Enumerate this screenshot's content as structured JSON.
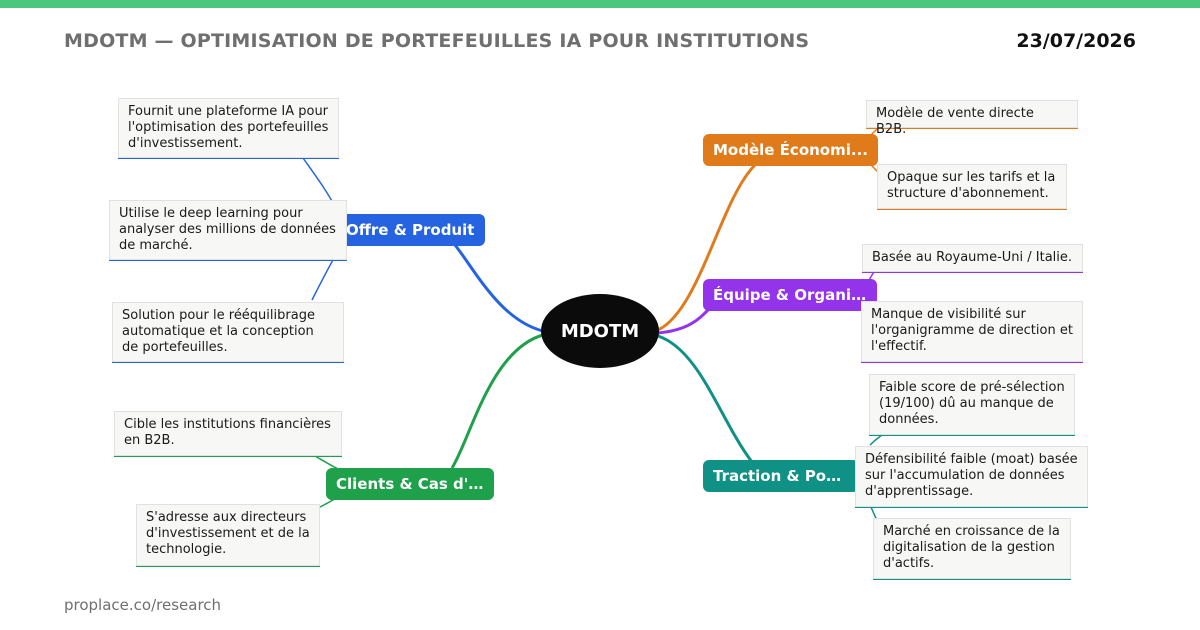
{
  "header": {
    "title": "MDOTM — OPTIMISATION DE PORTEFEUILLES IA POUR INSTITUTIONS",
    "date": "23/07/2026"
  },
  "footer": {
    "source": "proplace.co/research"
  },
  "colors": {
    "accent_bar": "#4ac77f",
    "offre": "#2563e0",
    "clients": "#1fa04a",
    "modele": "#e07b1b",
    "equipe": "#9333ea",
    "traction": "#0f9185"
  },
  "mindmap": {
    "center": "MDOTM",
    "offre": {
      "label": "Offre & Produit",
      "leaves": [
        "Fournit une plateforme IA pour l'optimisation des portefeuilles d'investissement.",
        "Utilise le deep learning pour analyser des millions de données de marché.",
        "Solution pour le rééquilibrage automatique et la conception de portefeuilles."
      ]
    },
    "clients": {
      "label": "Clients & Cas d'...",
      "leaves": [
        "Cible les institutions financières en B2B.",
        "S'adresse aux directeurs d'investissement et de la technologie."
      ]
    },
    "modele": {
      "label": "Modèle Économi...",
      "leaves": [
        "Modèle de vente directe B2B.",
        "Opaque sur les tarifs et la structure d'abonnement."
      ]
    },
    "equipe": {
      "label": "Équipe & Organi...",
      "leaves": [
        "Basée au Royaume-Uni / Italie.",
        "Manque de visibilité sur l'organigramme de direction et l'effectif."
      ]
    },
    "traction": {
      "label": "Traction & Positi...",
      "leaves": [
        "Faible score de pré-sélection (19/100) dû au manque de données.",
        "Défensibilité faible (moat) basée sur l'accumulation de données d'apprentissage.",
        "Marché en croissance de la digitalisation de la gestion d'actifs."
      ]
    }
  }
}
